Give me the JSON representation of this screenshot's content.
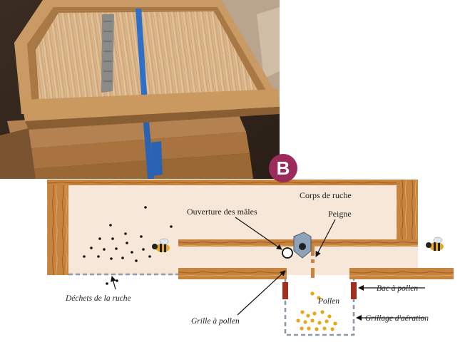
{
  "badge": "B",
  "labels": {
    "corps": "Corps de ruche",
    "ouverture": "Ouverture des mâles",
    "peigne": "Peigne",
    "dechets": "Déchets de la ruche",
    "pollen": "Pollen",
    "bac": "Bac à pollen",
    "grille": "Grille à pollen",
    "grillage": "Grillage d'aération"
  },
  "colors": {
    "badge": "#9b2b5a",
    "hive_bg": "#f7e7d8",
    "wood": "#c7843e",
    "pollen": "#e7a615",
    "dash": "#8a9aab",
    "bac": "#a0301f"
  }
}
